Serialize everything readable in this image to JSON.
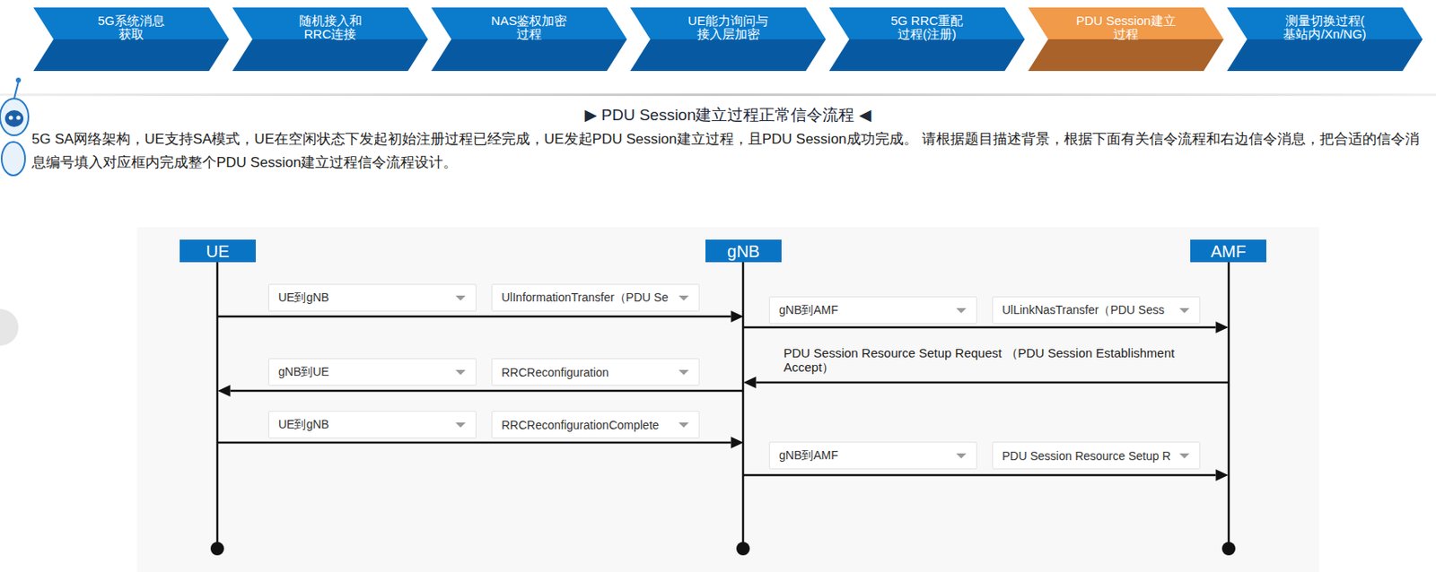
{
  "diagram": {
    "title": "▶ PDU Session建立过程正常信令流程 ◀",
    "nodes": [
      {
        "text": [
          "5G系统消息 获取"
        ]
      },
      {
        "text": [
          "随机接入和 RRC连接"
        ]
      },
      {
        "text": [
          "NAS鉴权加密 过程"
        ]
      },
      {
        "text": [
          "UE能力询问与 接入层加密"
        ]
      },
      {
        "text": [
          "5G RRC重配 过程(注册)"
        ]
      },
      {
        "text": [
          "PDU Session建立 过程"
        ]
      },
      {
        "text": [
          "测量切换过程( 基站内/Xn/NG)"
        ]
      },
      {
        "text": [
          "UE"
        ]
      },
      {
        "text": [
          "gNB"
        ]
      },
      {
        "text": [
          "AMF"
        ]
      },
      {
        "text": [
          "UE到gNB"
        ]
      },
      {
        "text": [
          "UlInformationTransfer（PDU Se"
        ]
      },
      {
        "text": [
          "gNB到AMF"
        ]
      },
      {
        "text": [
          "UlLinkNasTransfer（PDU Sess"
        ]
      },
      {
        "text": [
          "gNB到UE"
        ]
      },
      {
        "text": [
          "RRCReconfiguration"
        ]
      },
      {
        "text": [
          "UE到gNB"
        ]
      },
      {
        "text": [
          "RRCReconfigurationComplete"
        ]
      },
      {
        "text": [
          "gNB到AMF"
        ]
      },
      {
        "text": [
          "PDU Session Resource Setup R"
        ]
      }
    ],
    "edges": [
      {
        "from": 7,
        "to": 8,
        "arrow": "to"
      },
      {
        "from": 8,
        "to": 9,
        "arrow": "to"
      },
      {
        "from": 9,
        "to": 8,
        "label": "PDU Session Resource Setup Request （PDU Session Establishment Accept）",
        "arrow": "to"
      },
      {
        "from": 8,
        "to": 7,
        "arrow": "to"
      },
      {
        "from": 7,
        "to": 8,
        "arrow": "to"
      },
      {
        "from": 8,
        "to": 9,
        "arrow": "to"
      }
    ],
    "labels": [
      "5G SA网络架构，UE支持SA模式，UE在空闲状态下发起初始注册过程已经完成，UE发起PDU Session建立过程，且PDU Session成功完成。 请根据题目描述背景，根据下面有关信令流程和右边信令消息，把合适的信令消息编号填入对应框内完成整个PDU Session建立过程信令流程设计。"
    ]
  }
}
